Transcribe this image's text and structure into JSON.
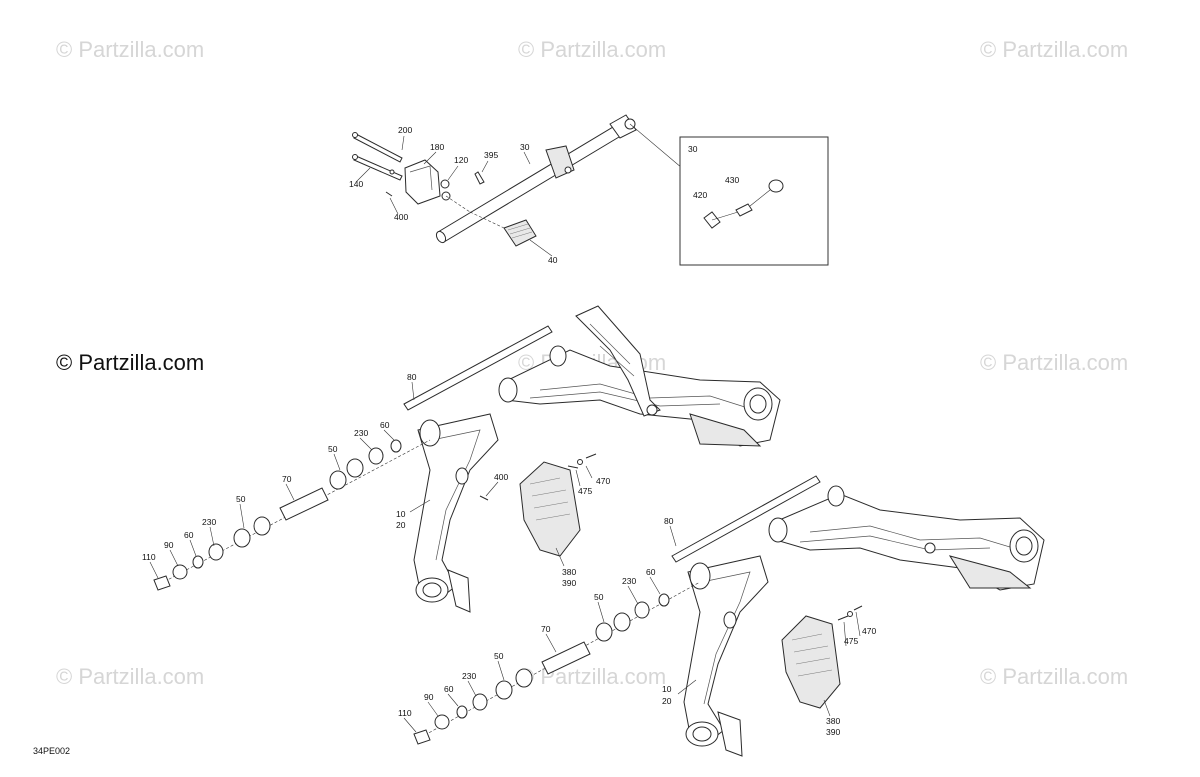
{
  "watermarks": {
    "text": "© Partzilla.com",
    "main": "© Partzilla.com"
  },
  "diagram_code": "34PE002",
  "callouts": {
    "c200": "200",
    "c180": "180",
    "c120": "120",
    "c395": "395",
    "c30": "30",
    "c140": "140",
    "c400a": "400",
    "c40": "40",
    "inset_title": "30",
    "c430": "430",
    "c420": "420",
    "c80a": "80",
    "c60a": "60",
    "c230a": "230",
    "c50a": "50",
    "c400b": "400",
    "c70a": "70",
    "c10a": "10",
    "c20a": "20",
    "c470a": "470",
    "c475a": "475",
    "c50b": "50",
    "c230b": "230",
    "c60b": "60",
    "c90a": "90",
    "c110a": "110",
    "c380a": "380",
    "c390a": "390",
    "c80b": "80",
    "c60c": "60",
    "c230c": "230",
    "c50c": "50",
    "c70b": "70",
    "c50d": "50",
    "c230d": "230",
    "c60d": "60",
    "c90b": "90",
    "c110b": "110",
    "c10b": "10",
    "c20b": "20",
    "c470b": "470",
    "c475b": "475",
    "c380b": "380",
    "c390b": "390"
  }
}
